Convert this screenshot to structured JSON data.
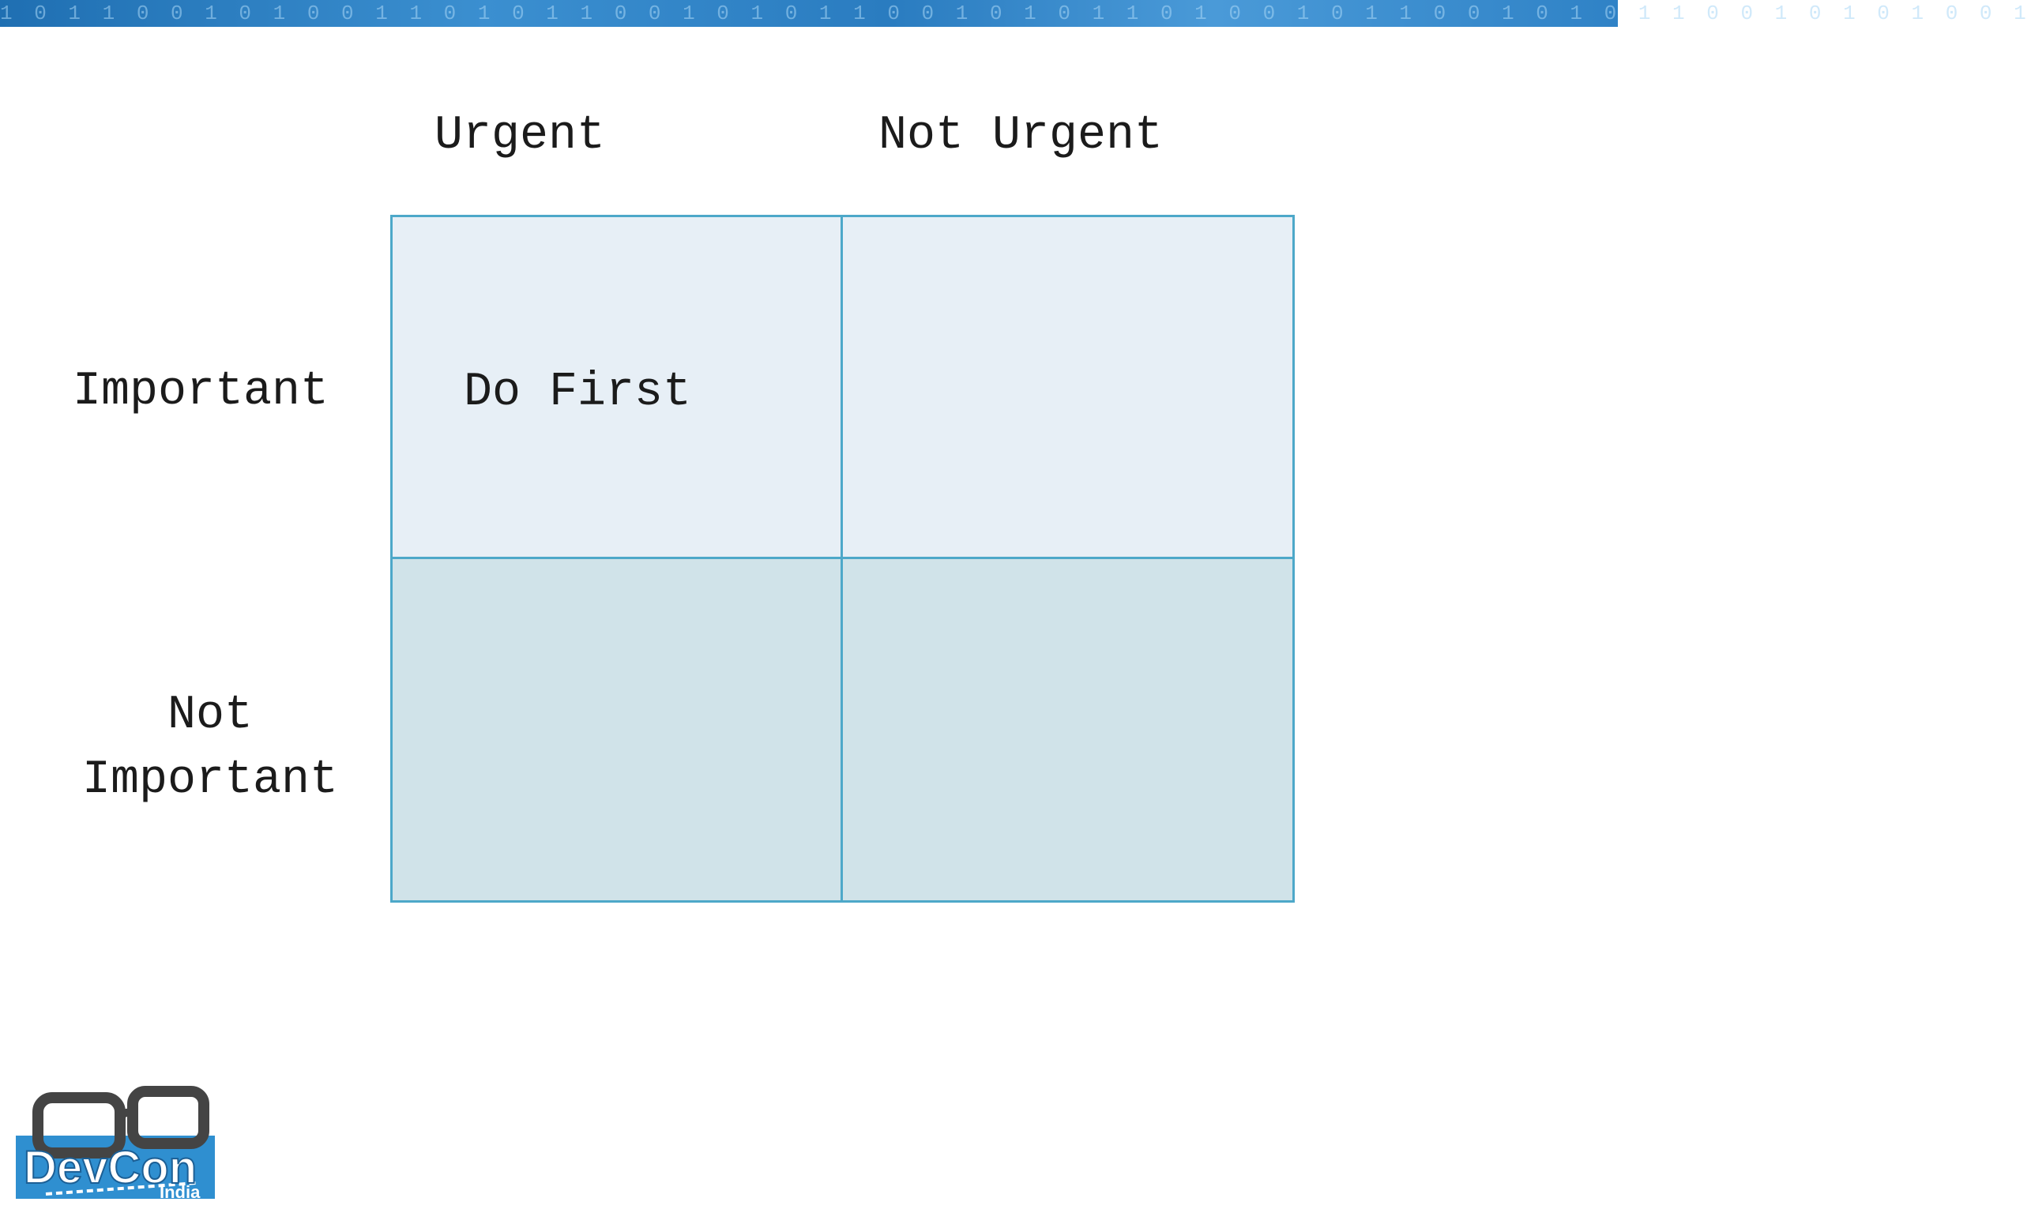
{
  "banner": {
    "digits": "1 0 1 1 0 0 1 0 1 0 0 1 1 0 1 0 1 1 0 0 1 0 1 0 1 1 0 0 1 0 1 0 1 1 0 1 0 0 1 0 1 1 0 0 1 0 1 0 1 1 0 0 1 0 1 0 1 0 0 1"
  },
  "matrix": {
    "columns": [
      "Urgent",
      "Not Urgent"
    ],
    "rows": [
      "Important",
      "Not\nImportant"
    ],
    "cells": [
      [
        "Do First",
        ""
      ],
      [
        "",
        ""
      ]
    ]
  },
  "logo": {
    "name": "DevCon",
    "subtitle": "India"
  },
  "colors": {
    "grid_line": "#4da8c9",
    "top_cell": "#e7eff6",
    "bottom_cell": "#d0e3e9",
    "logo_blue": "#2f8fd0"
  }
}
